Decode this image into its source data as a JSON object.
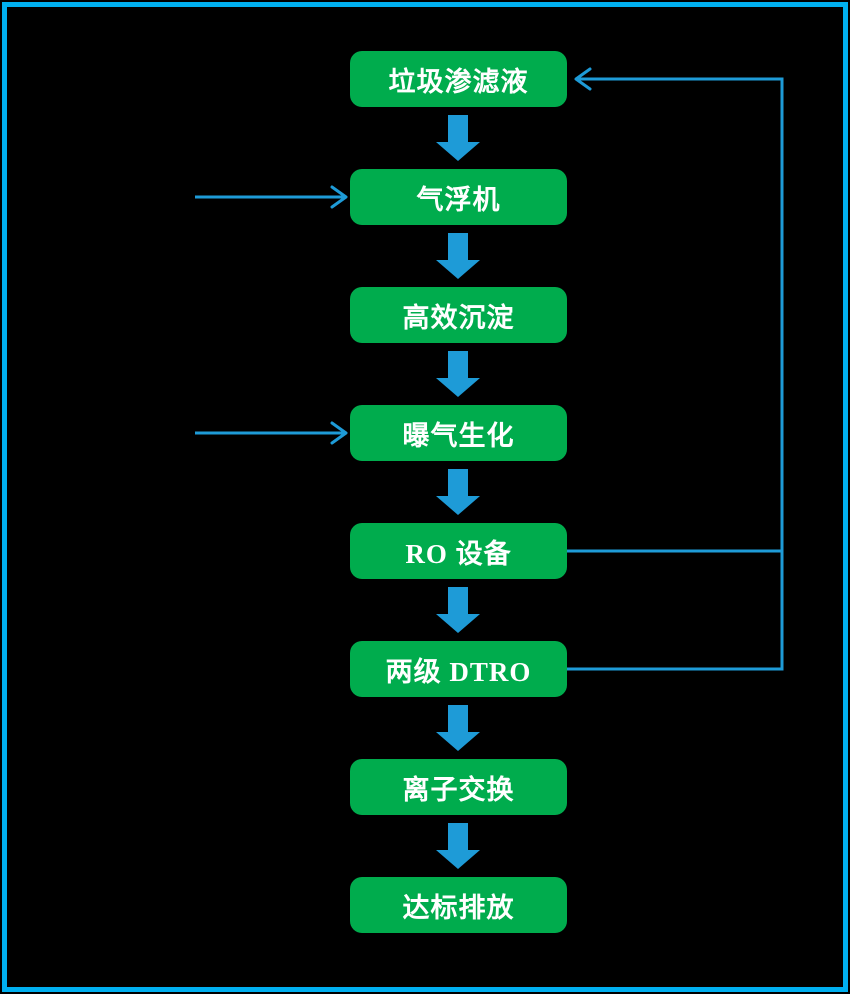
{
  "diagram": {
    "type": "flowchart",
    "orientation": "top-down",
    "background": "#000000",
    "frame_color": "#00B0F0",
    "node_fill": "#00AC4D",
    "node_text_color": "#FFFFFF",
    "connector_color": "#1E9BD7",
    "nodes": [
      {
        "id": "leachate",
        "label": "垃圾渗滤液"
      },
      {
        "id": "air-flotation",
        "label": "气浮机"
      },
      {
        "id": "sedimentation",
        "label": "高效沉淀"
      },
      {
        "id": "aeration",
        "label": "曝气生化"
      },
      {
        "id": "ro",
        "label": "RO 设备"
      },
      {
        "id": "dtro",
        "label": "两级 DTRO"
      },
      {
        "id": "ion-exchange",
        "label": "离子交换"
      },
      {
        "id": "discharge",
        "label": "达标排放"
      }
    ],
    "edges": [
      {
        "from": "垃圾渗滤液",
        "to": "气浮机",
        "style": "block-arrow"
      },
      {
        "from": "气浮机",
        "to": "高效沉淀",
        "style": "block-arrow"
      },
      {
        "from": "高效沉淀",
        "to": "曝气生化",
        "style": "block-arrow"
      },
      {
        "from": "曝气生化",
        "to": "RO 设备",
        "style": "block-arrow"
      },
      {
        "from": "RO 设备",
        "to": "两级 DTRO",
        "style": "block-arrow"
      },
      {
        "from": "两级 DTRO",
        "to": "离子交换",
        "style": "block-arrow"
      },
      {
        "from": "离子交换",
        "to": "达标排放",
        "style": "block-arrow"
      },
      {
        "from": "RO 设备",
        "to": "垃圾渗滤液",
        "style": "line-arrow"
      },
      {
        "from": "两级 DTRO",
        "to": "垃圾渗滤液",
        "style": "line-arrow"
      },
      {
        "from": "external-left",
        "to": "气浮机",
        "style": "line-arrow"
      },
      {
        "from": "external-left",
        "to": "曝气生化",
        "style": "line-arrow"
      }
    ]
  }
}
